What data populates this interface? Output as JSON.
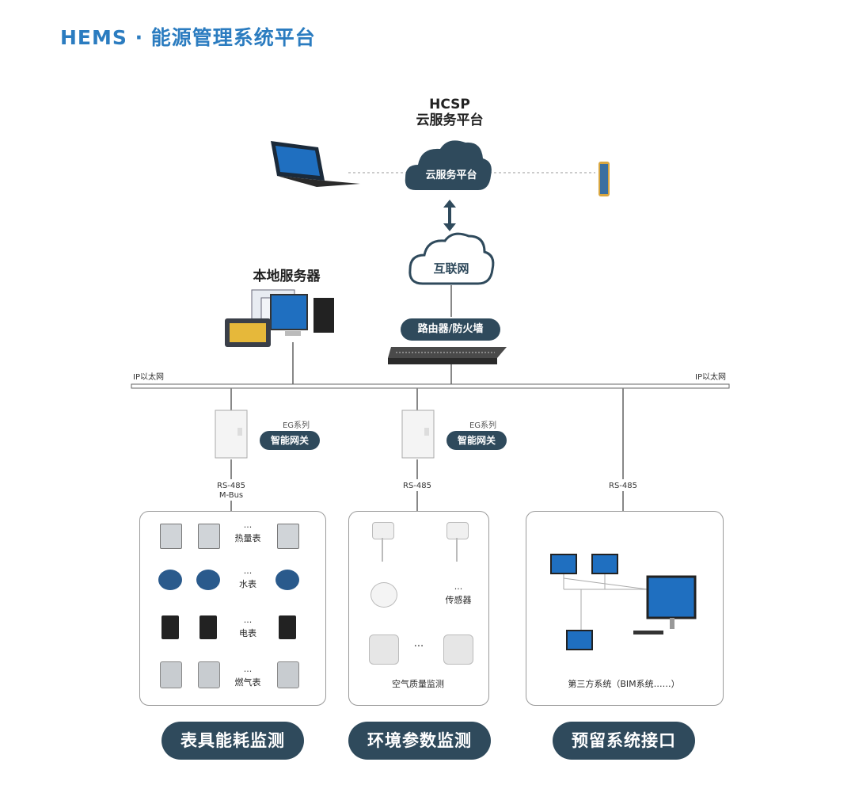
{
  "title": "HEMS · 能源管理系统平台",
  "cloud_platform": {
    "header_line1": "HCSP",
    "header_line2": "云服务平台",
    "cloud_label": "云服务平台"
  },
  "internet": {
    "label": "互联网"
  },
  "router": {
    "label": "路由器/防火墙"
  },
  "local_server": {
    "label": "本地服务器"
  },
  "network": {
    "left_label": "IP以太网",
    "right_label": "IP以太网"
  },
  "gateways": [
    {
      "series": "EG系列",
      "label": "智能网关",
      "protocol_line1": "RS-485",
      "protocol_line2": "M-Bus"
    },
    {
      "series": "EG系列",
      "label": "智能网关",
      "protocol_line1": "RS-485"
    }
  ],
  "third_protocol": "RS-485",
  "meters_panel": {
    "rows": [
      {
        "label": "热量表",
        "icon": "heat-meter-icon"
      },
      {
        "label": "水表",
        "icon": "water-meter-icon"
      },
      {
        "label": "电表",
        "icon": "electric-meter-icon"
      },
      {
        "label": "燃气表",
        "icon": "gas-meter-icon"
      }
    ],
    "ellipsis": "···",
    "caption": "表具能耗监测"
  },
  "env_panel": {
    "sensor_label": "传感器",
    "air_label": "空气质量监测",
    "ellipsis": "···",
    "caption": "环境参数监测"
  },
  "system_panel": {
    "label": "第三方系统（BIM系统……）",
    "caption": "预留系统接口"
  },
  "colors": {
    "title": "#2b7cc0",
    "pill": "#2f4a5c",
    "line": "#8a8a8a"
  }
}
